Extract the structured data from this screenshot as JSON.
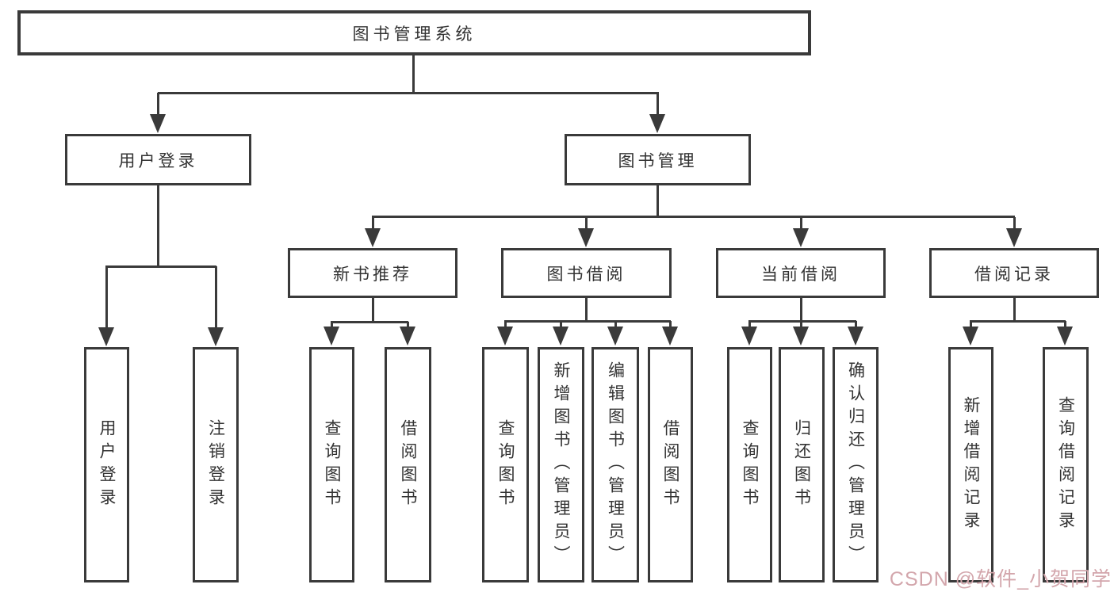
{
  "diagram": {
    "root": {
      "label": "图书管理系统"
    },
    "level2": [
      {
        "label": "用户登录"
      },
      {
        "label": "图书管理"
      }
    ],
    "level3": [
      {
        "label": "新书推荐"
      },
      {
        "label": "图书借阅"
      },
      {
        "label": "当前借阅"
      },
      {
        "label": "借阅记录"
      }
    ],
    "leaves": {
      "user_login": [
        "用户登录",
        "注销登录"
      ],
      "new_book": [
        "查询图书",
        "借阅图书"
      ],
      "book_borrow": [
        "查询图书",
        "新增图书（管理员）",
        "编辑图书（管理员）",
        "借阅图书"
      ],
      "current_borrow": [
        "查询图书",
        "归还图书",
        "确认归还（管理员）"
      ],
      "borrow_records": [
        "新增借阅记录",
        "查询借阅记录"
      ]
    }
  },
  "watermark": {
    "text": "CSDN @软件_小贺同学",
    "color": "#d3a6ac"
  },
  "colors": {
    "line": "#3a3a3a",
    "text": "#333333",
    "background": "#ffffff"
  }
}
